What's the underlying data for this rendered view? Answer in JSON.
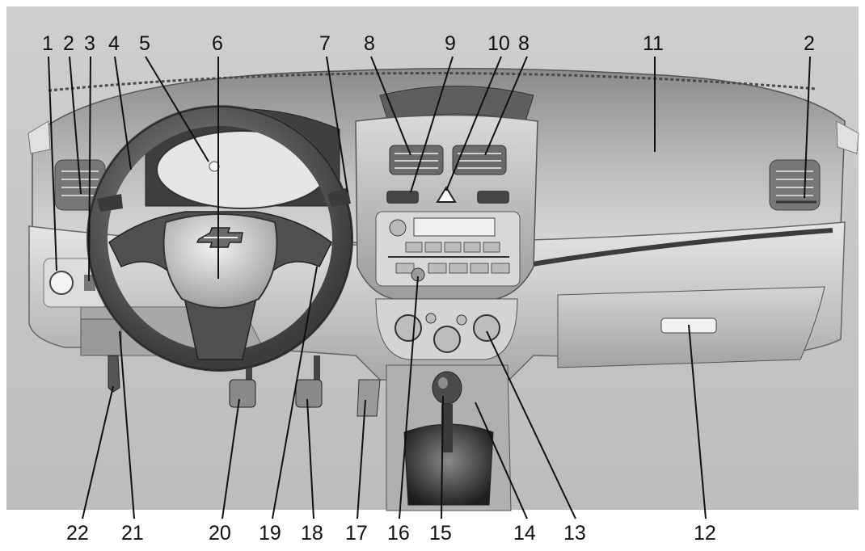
{
  "callouts": {
    "c1": "1",
    "c2a": "2",
    "c3": "3",
    "c4": "4",
    "c5": "5",
    "c6": "6",
    "c7": "7",
    "c8a": "8",
    "c9": "9",
    "c10": "10",
    "c8b": "8",
    "c11": "11",
    "c2b": "2",
    "c12": "12",
    "c13": "13",
    "c14": "14",
    "c15": "15",
    "c16": "16",
    "c17": "17",
    "c18": "18",
    "c19": "19",
    "c20": "20",
    "c21": "21",
    "c22": "22"
  },
  "colors": {
    "background": "#c8c8c8",
    "dash": "#b4b4b4",
    "dash_dark": "#6e6e6e",
    "dash_light": "#e8e8e8",
    "wheel": "#5a5a5a",
    "text": "#111111"
  },
  "logo": {
    "name": "chevrolet-bowtie-logo"
  }
}
